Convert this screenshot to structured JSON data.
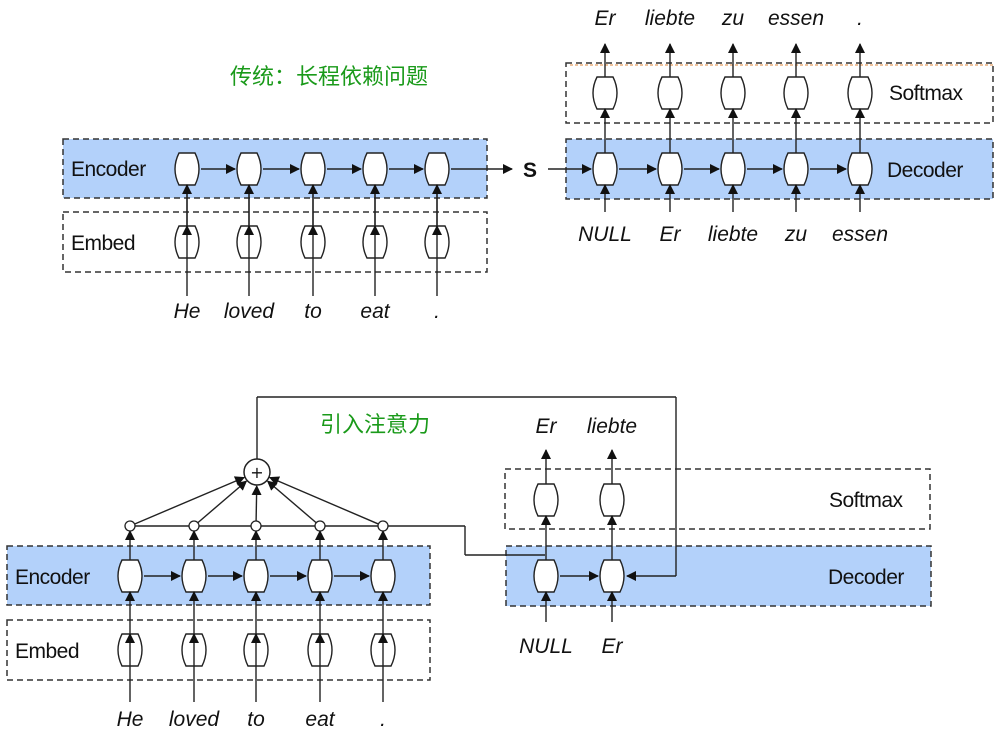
{
  "colors": {
    "band_fill": "#b3d1fa",
    "cell_fill": "#ffffff",
    "stroke": "#222222",
    "title_green": "#1a9a1a"
  },
  "top": {
    "title": "传统：长程依赖问题",
    "encoder_label": "Encoder",
    "embed_label": "Embed",
    "context_label": "S",
    "decoder_label": "Decoder",
    "softmax_label": "Softmax",
    "input_words": [
      "He",
      "loved",
      "to",
      "eat",
      "."
    ],
    "decoder_inputs": [
      "NULL",
      "Er",
      "liebte",
      "zu",
      "essen"
    ],
    "outputs": [
      "Er",
      "liebte",
      "zu",
      "essen",
      "."
    ]
  },
  "bottom": {
    "title": "引入注意力",
    "encoder_label": "Encoder",
    "embed_label": "Embed",
    "decoder_label": "Decoder",
    "softmax_label": "Softmax",
    "sum_symbol": "+",
    "input_words": [
      "He",
      "loved",
      "to",
      "eat",
      "."
    ],
    "decoder_inputs": [
      "NULL",
      "Er"
    ],
    "outputs": [
      "Er",
      "liebte"
    ]
  }
}
